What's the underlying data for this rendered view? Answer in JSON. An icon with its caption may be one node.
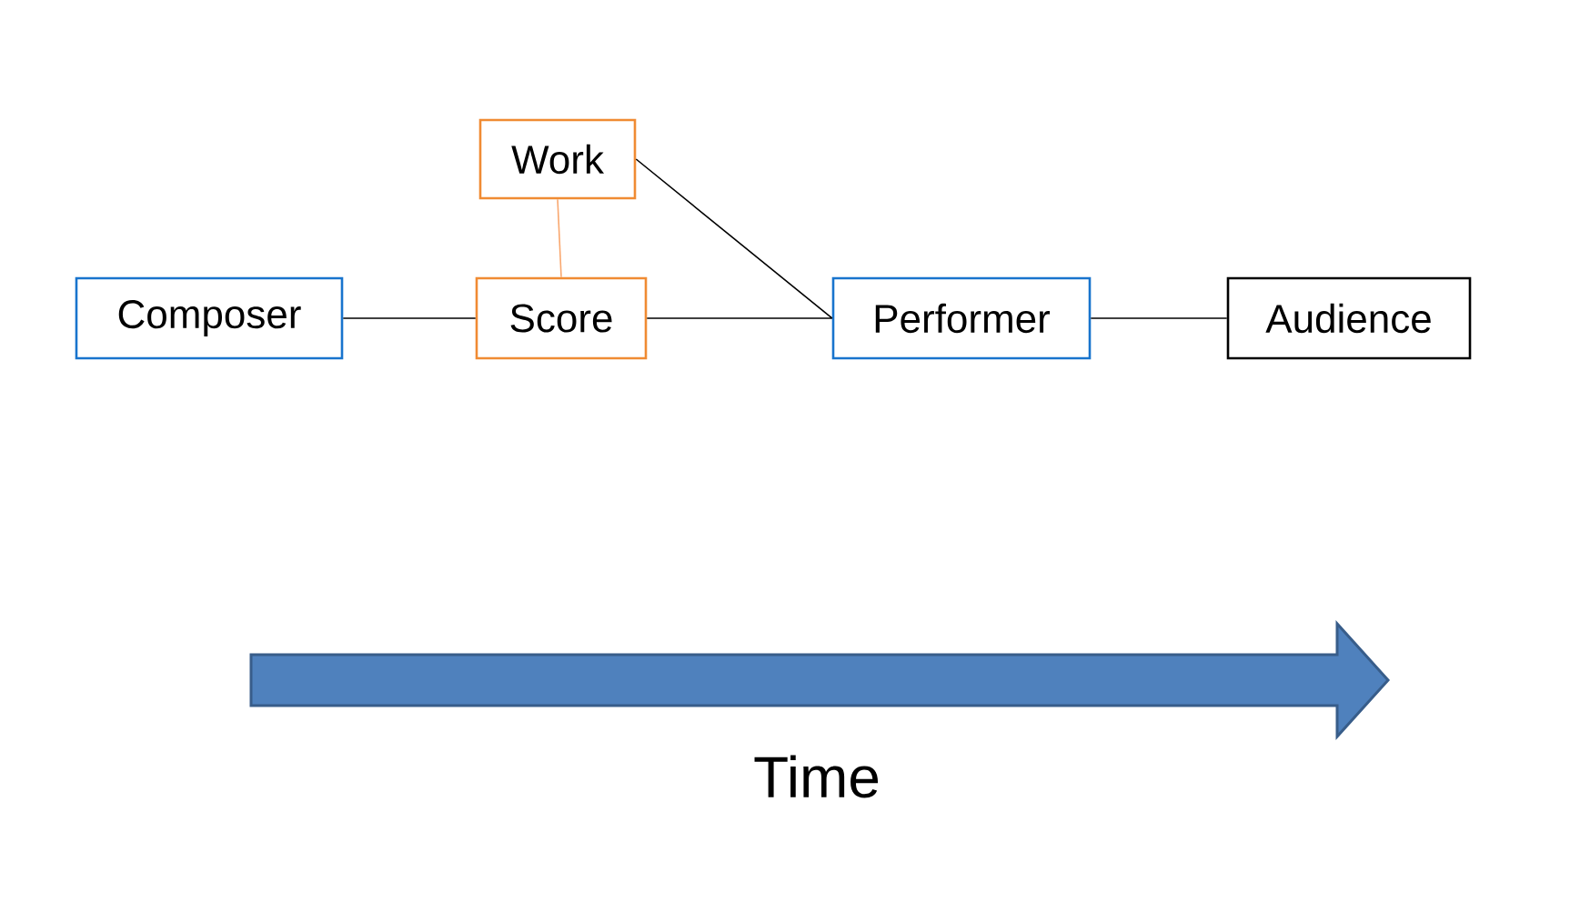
{
  "diagram": {
    "nodes": [
      {
        "text": [
          "Composer"
        ]
      },
      {
        "text": [
          "Work"
        ]
      },
      {
        "text": [
          "Score"
        ]
      },
      {
        "text": [
          "Performer"
        ]
      },
      {
        "text": [
          "Audience"
        ]
      }
    ],
    "edges": [
      {
        "from": 0,
        "to": 2,
        "arrow": "none"
      },
      {
        "from": 1,
        "to": 2,
        "arrow": "none",
        "color": "#f9a870"
      },
      {
        "from": 2,
        "to": 3,
        "arrow": "none"
      },
      {
        "from": 1,
        "to": 3,
        "arrow": "none"
      },
      {
        "from": 3,
        "to": 4,
        "arrow": "none"
      }
    ],
    "labels": [
      "Time"
    ]
  }
}
